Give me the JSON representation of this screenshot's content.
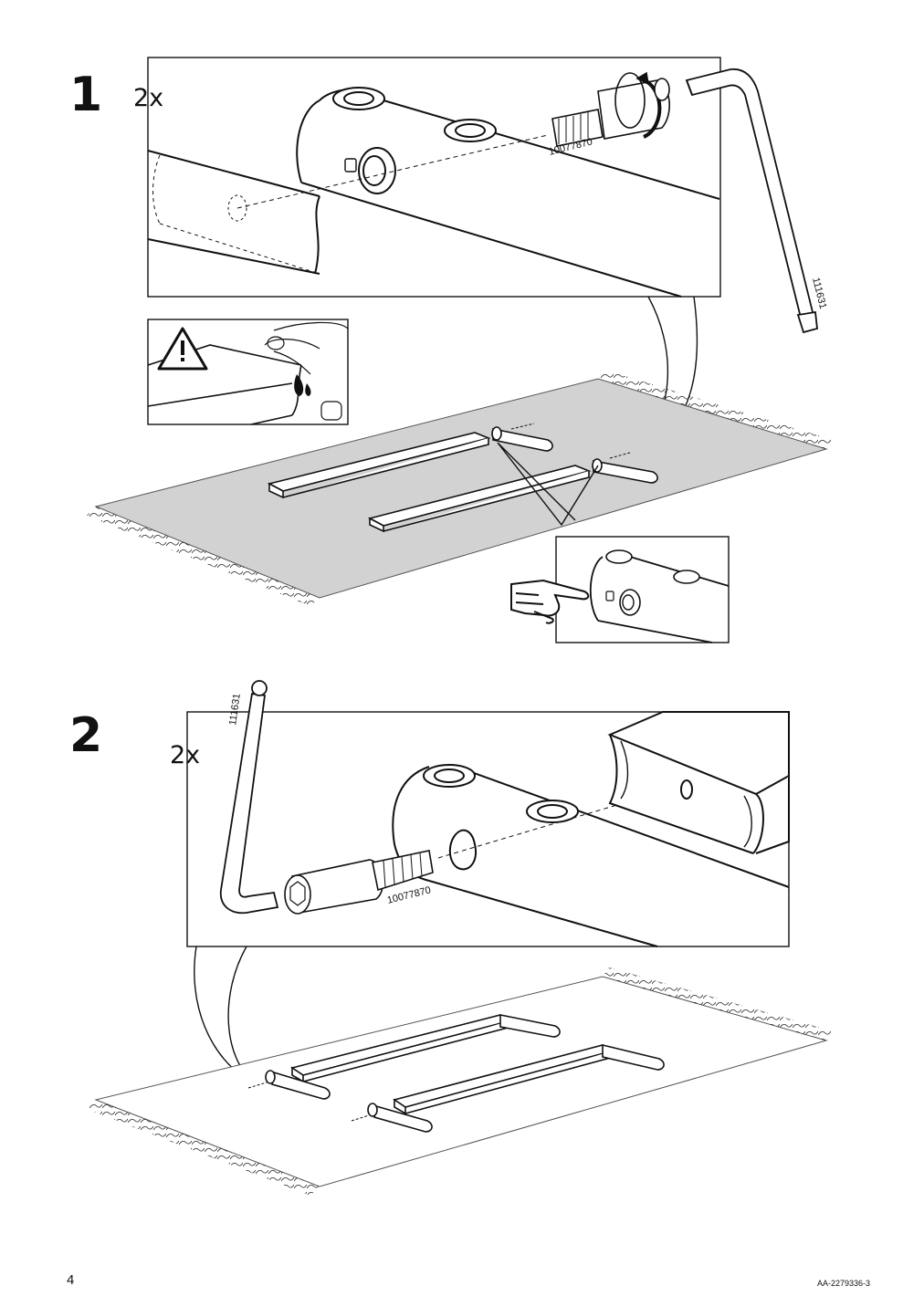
{
  "steps": [
    {
      "number": "1",
      "quantity": "2x",
      "bolt_part": "10077870",
      "key_part": "111631"
    },
    {
      "number": "2",
      "quantity": "2x",
      "bolt_part": "10077870",
      "key_part": "111631"
    }
  ],
  "warning": {
    "icon": "warning-triangle-icon"
  },
  "footer": {
    "page_number": "4",
    "document_id": "AA-2279336-3"
  }
}
